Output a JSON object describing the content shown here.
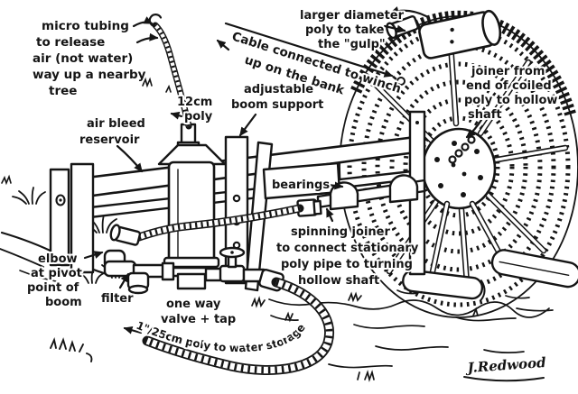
{
  "colors": {
    "ink": "#151515",
    "paper": "#ffffff"
  },
  "labels": {
    "micro_tubing": {
      "lines": [
        "micro tubing",
        "to release",
        "air (not water)",
        "way up a nearby",
        "tree"
      ]
    },
    "poly_12cm": {
      "lines": [
        "12cm",
        "poly"
      ]
    },
    "air_bleed_reservoir": {
      "lines": [
        "air bleed",
        "reservoir"
      ]
    },
    "cable_winch": {
      "lines": [
        "Cable connected to winch",
        "up on the bank"
      ]
    },
    "larger_diameter_poly": {
      "lines": [
        "larger diameter",
        "poly to take",
        "the \"gulp\""
      ]
    },
    "adjustable_boom_support": {
      "lines": [
        "adjustable",
        "boom support"
      ]
    },
    "joiner_coiled_poly": {
      "lines": [
        "joiner from",
        "end of coiled",
        "poly to hollow",
        "shaft"
      ]
    },
    "bearings": {
      "text": "bearings"
    },
    "spinning_joiner": {
      "lines": [
        "spinning joiner",
        "to connect stationary",
        "poly pipe to turning",
        "hollow shaft"
      ]
    },
    "elbow_pivot": {
      "lines": [
        "elbow",
        "at pivot",
        "point of",
        "boom"
      ]
    },
    "filter": {
      "text": "filter"
    },
    "one_way_valve": {
      "lines": [
        "one way",
        "valve + tap"
      ]
    },
    "poly_to_storage": {
      "text": "1\"/25cm poly to water storage"
    },
    "signature": {
      "text": "J.Redwood"
    }
  }
}
